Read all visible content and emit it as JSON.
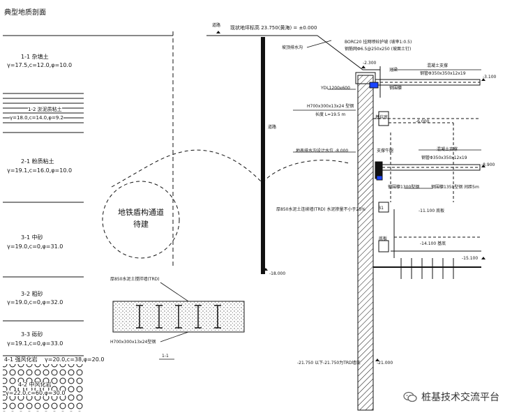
{
  "title": "典型地质剖面",
  "soil_layers": [
    {
      "name": "1-1 杂填土",
      "params": "γ=17.5,c=12.0,φ=10.0"
    },
    {
      "name": "1-2 淤泥质粘土",
      "params": "γ=18.0,c=14.0,φ=9.2"
    },
    {
      "name": "2-1 粉质粘土",
      "params": "γ=19.1,c=16.0,φ=10.0"
    },
    {
      "name": "3-1 中砂",
      "params": "γ=19.0,c=0,φ=31.0"
    },
    {
      "name": "3-2 粗砂",
      "params": "γ=19.0,c=0,φ=32.0"
    },
    {
      "name": "3-3 砾砂",
      "params": "γ=19.1,c=0,φ=33.0"
    },
    {
      "name": "4-1 强风化岩",
      "params": "γ=20.0,c=38,φ=20.0"
    },
    {
      "name": "4-2 中风化岩",
      "params": "γ=22.0,c=60,φ=30.0"
    }
  ],
  "tunnel": {
    "line1": "地铁盾构通道",
    "line2": "待建"
  },
  "labels": {
    "top_datum": "现状地坪标高 23.750(黄海) = ±0.000",
    "road": "道路",
    "slope_top": "坡顶排水沟",
    "slope_protection": "BORC20 挂网喷砼护坡 (坡率1:0.5)",
    "slope_detail": "钢筋网Φ6.5@250x250 (坡面土钉)",
    "cap_beam": "冠梁",
    "elev_top": "-2.300",
    "elev_support1": "-3.100",
    "support1": "混凝土支撑",
    "support1_size": "钢管Φ350x350x12x19",
    "ydl": "YDL1200x600",
    "h_steel": "H700x300x13x24 型钢",
    "h_length": "长度 L=19.5 m",
    "pit_bottom_line": "基坑底",
    "dewater": "地表排水沟设计水位 -8.000",
    "mid_level1": "-6.000",
    "support2": "混凝土支撑",
    "support2_size": "钢管Φ350x350x12x19",
    "elev_support2": "-8.900",
    "bracket": "支撑牛腿",
    "strut": "钢围檩",
    "waler1": "钢围檩1300型钢",
    "waler2": "钢围檩1350型钢 间距5m",
    "trd_note": "厚850水泥土连续墙(TRD) 水泥掺量不小于25%",
    "raft": "底板",
    "layer": "B1",
    "b1_level": "-11.100 底板",
    "bottom_slab": "-14.100 基底",
    "base_elev": "-15.100",
    "wall_bottom": "-18.000",
    "bottom_elev": "-21.000",
    "note_bottom": "-21.750 以下-21.750为TRD墙底",
    "trd_detail": "厚850水泥土搅拌墙(TRD)",
    "h_detail": "H700x300x13x24型钢",
    "section_mark": "1-1"
  },
  "watermark": "桩基技术交流平台"
}
